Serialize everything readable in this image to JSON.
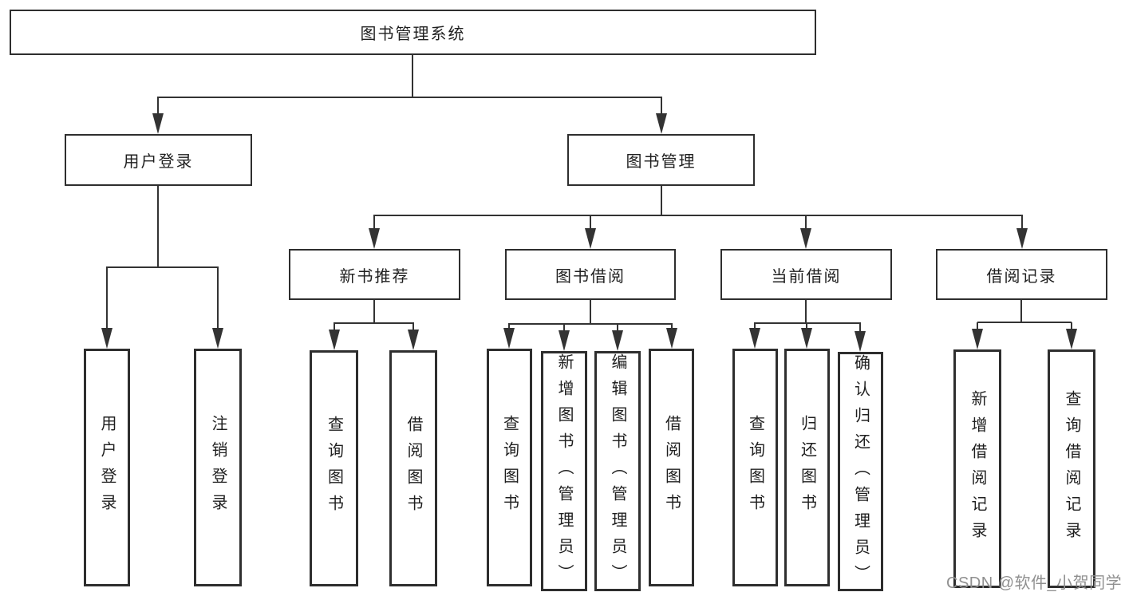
{
  "diagram": {
    "type": "hierarchy-tree",
    "tree": {
      "label": "图书管理系统",
      "children": [
        {
          "label": "用户登录",
          "children": [
            {
              "label": "用户登录"
            },
            {
              "label": "注销登录"
            }
          ]
        },
        {
          "label": "图书管理",
          "children": [
            {
              "label": "新书推荐",
              "children": [
                {
                  "label": "查询图书"
                },
                {
                  "label": "借阅图书"
                }
              ]
            },
            {
              "label": "图书借阅",
              "children": [
                {
                  "label": "查询图书"
                },
                {
                  "label": "新增图书（管理员）"
                },
                {
                  "label": "编辑图书（管理员）"
                },
                {
                  "label": "借阅图书"
                }
              ]
            },
            {
              "label": "当前借阅",
              "children": [
                {
                  "label": "查询图书"
                },
                {
                  "label": "归还图书"
                },
                {
                  "label": "确认归还（管理员）"
                }
              ]
            },
            {
              "label": "借阅记录",
              "children": [
                {
                  "label": "新增借阅记录"
                },
                {
                  "label": "查询借阅记录"
                }
              ]
            }
          ]
        }
      ]
    },
    "colors": {
      "line": "#333333",
      "box_border": "#2e2e2e",
      "text": "#1f1f1f",
      "background": "#ffffff",
      "watermark": "#909090"
    }
  },
  "watermark": {
    "text": "CSDN @软件_小贺同学"
  }
}
